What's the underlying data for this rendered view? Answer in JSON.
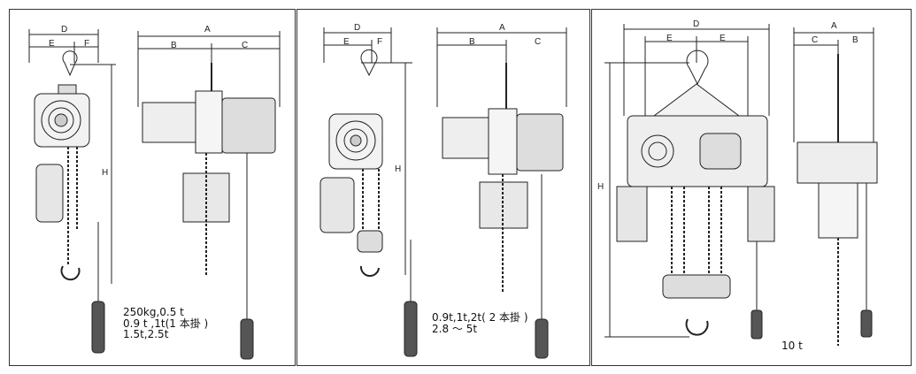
{
  "panels": [
    {
      "dims": {
        "D": "D",
        "E": "E",
        "F": "F",
        "A": "A",
        "B": "B",
        "C": "C",
        "H": "H"
      },
      "caption": [
        "250kg,0.5 t",
        "0.9 t ,1t(1 本掛 )",
        "1.5t,2.5t"
      ]
    },
    {
      "dims": {
        "D": "D",
        "E": "E",
        "F": "F",
        "A": "A",
        "B": "B",
        "C": "C",
        "H": "H"
      },
      "caption": [
        "0.9t,1t,2t( 2 本掛 )",
        "2.8 ～ 5t"
      ]
    },
    {
      "dims": {
        "D": "D",
        "E1": "E",
        "E2": "E",
        "A": "A",
        "C": "C",
        "B": "B",
        "H": "H"
      },
      "caption": [
        "10 t"
      ]
    }
  ],
  "colors": {
    "line": "#222222",
    "fill": "#eeeeee",
    "dark": "#555555"
  }
}
